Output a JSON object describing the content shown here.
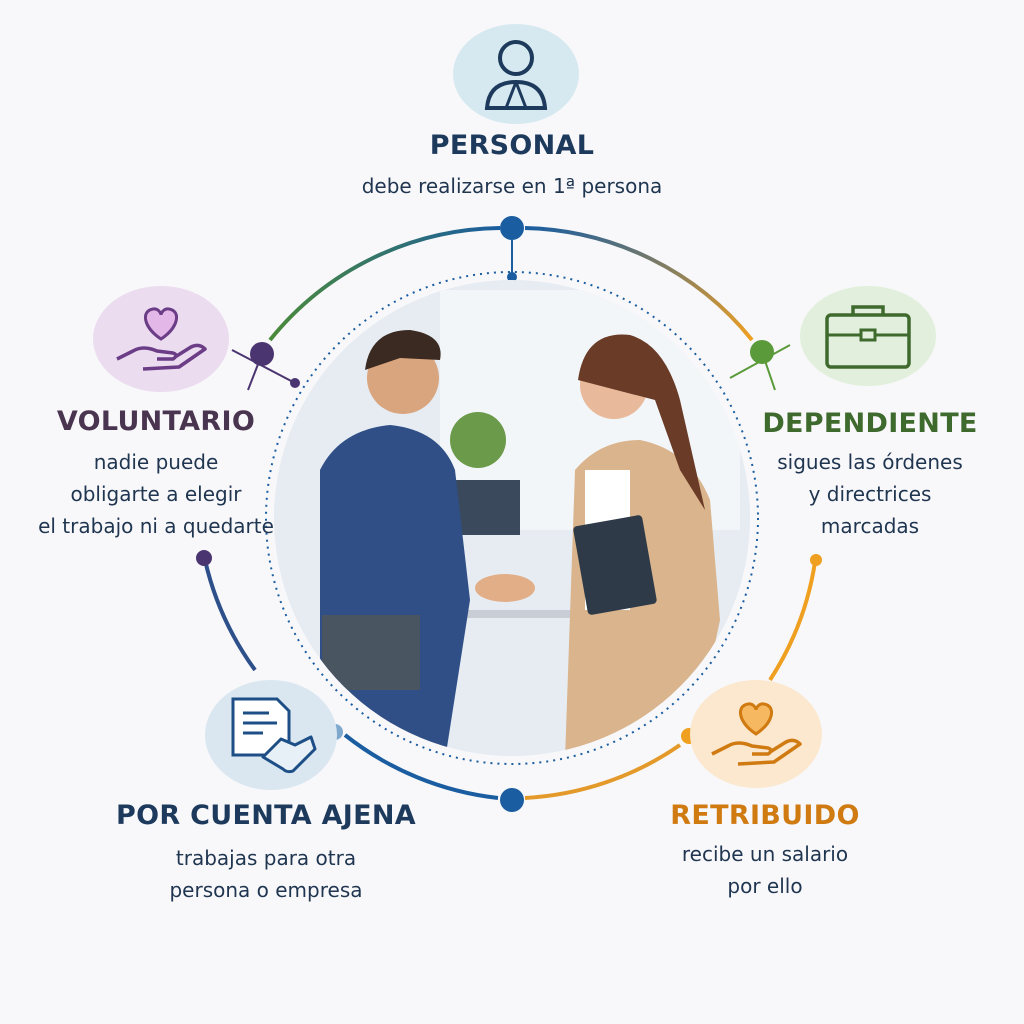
{
  "items": [
    {
      "key": "personal",
      "title": "PERSONAL",
      "lines": [
        "debe realizarse en 1ª persona"
      ],
      "color": "#1d3a5c",
      "bg": "#d7e9f0",
      "icon": "person-icon"
    },
    {
      "key": "dependiente",
      "title": "DEPENDIENTE",
      "lines": [
        "sigues las órdenes",
        "y directrices",
        "marcadas"
      ],
      "color": "#3f6a2e",
      "bg": "#e2efdc",
      "icon": "briefcase-icon"
    },
    {
      "key": "retribuido",
      "title": "RETRIBUIDO",
      "lines": [
        "recibe un salario",
        "por ello"
      ],
      "color": "#d07a12",
      "bg": "#fbe8cf",
      "icon": "hand-heart-icon"
    },
    {
      "key": "ajena",
      "title": "POR CUENTA AJENA",
      "lines": [
        "trabajas para otra",
        "persona o empresa"
      ],
      "color": "#1d3a5c",
      "bg": "#dae7f1",
      "icon": "contract-handshake-icon"
    },
    {
      "key": "voluntario",
      "title": "VOLUNTARIO",
      "lines": [
        "nadie puede",
        "obligarte a elegir",
        "el trabajo ni a quedarte"
      ],
      "color": "#4a3550",
      "bg": "#ebdcef",
      "icon": "hand-heart-icon"
    }
  ],
  "colors": {
    "blue": "#1a5da0",
    "green": "#5a9a3a",
    "orange": "#f0a020",
    "purple": "#4b3570"
  }
}
